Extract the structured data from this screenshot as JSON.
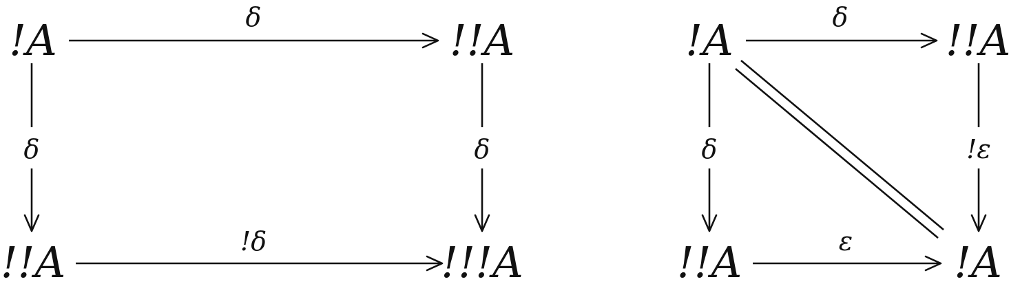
{
  "diagrams": [
    {
      "nodes": {
        "top_left": "!A",
        "top_right": "!!A",
        "bottom_left": "!!A",
        "bottom_right": "!!!A"
      },
      "arrows": {
        "top": "δ",
        "left": "δ",
        "right": "δ",
        "bottom": "!δ"
      }
    },
    {
      "nodes": {
        "top_left": "!A",
        "top_right": "!!A",
        "bottom_left": "!!A",
        "bottom_right": "!A"
      },
      "arrows": {
        "top": "δ",
        "left": "δ",
        "right": "!ε",
        "bottom": "ε",
        "diagonal": ""
      }
    }
  ]
}
